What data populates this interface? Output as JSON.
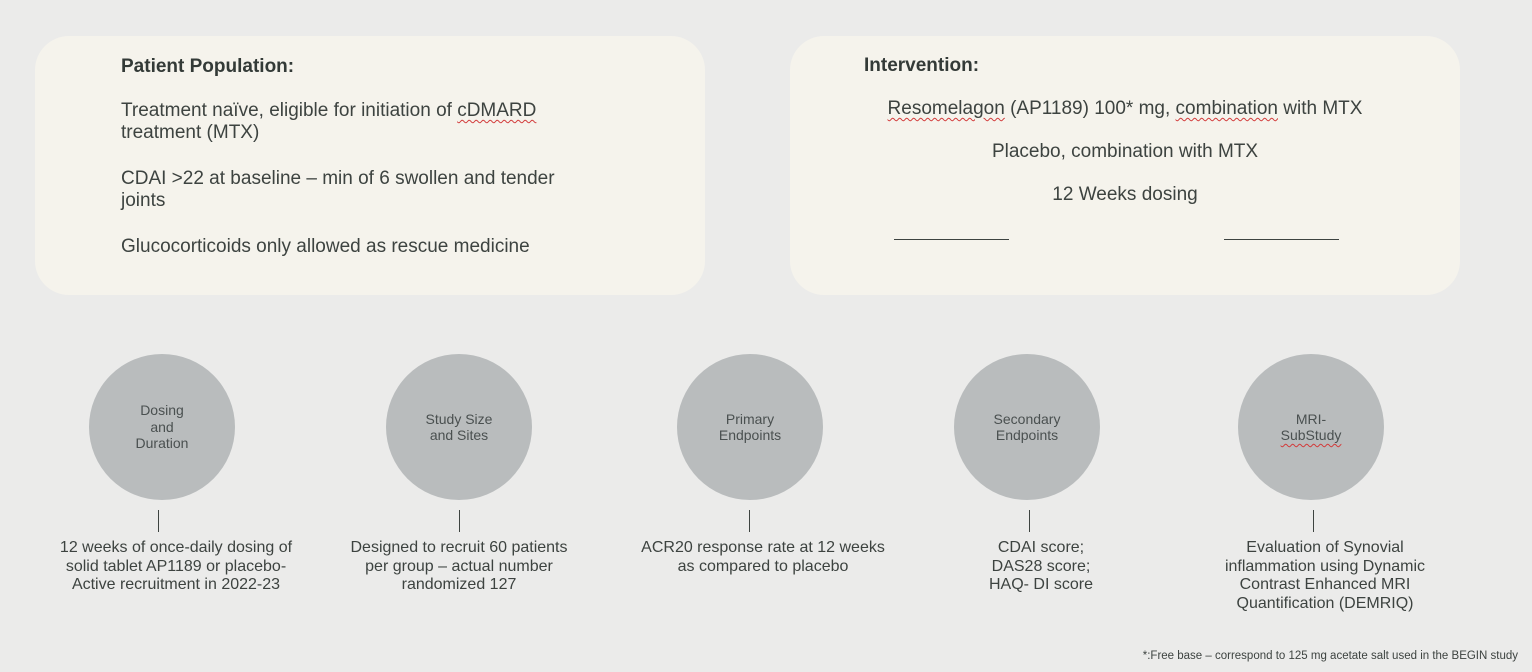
{
  "population": {
    "title": "Patient Population:",
    "item1_pre": "Treatment naïve, eligible for initiation of ",
    "item1_flag": "cDMARD",
    "item1_line2": "treatment (MTX)",
    "item2_line1": "CDAI >22 at baseline – min of 6 swollen and tender",
    "item2_line2": "joints",
    "item3": "Glucocorticoids only allowed as rescue medicine"
  },
  "intervention": {
    "title": "Intervention:",
    "line1_a": "Resomelagon",
    "line1_b": " (AP1189) 100* mg, ",
    "line1_c": "combination",
    "line1_d": " with MTX",
    "line2": "Placebo, combination with MTX",
    "line3": "12 Weeks dosing"
  },
  "steps": [
    {
      "label": [
        "Dosing",
        "and",
        "Duration"
      ],
      "desc": [
        "12 weeks of once-daily dosing of",
        "solid tablet AP1189 or placebo-",
        "Active recruitment in 2022-23"
      ]
    },
    {
      "label": [
        "Study Size",
        "and Sites"
      ],
      "desc": [
        "Designed to recruit 60 patients",
        "per group – actual number",
        "randomized 127"
      ]
    },
    {
      "label": [
        "Primary",
        "Endpoints"
      ],
      "desc": [
        "ACR20 response rate at 12 weeks",
        "as compared to placebo"
      ]
    },
    {
      "label": [
        "Secondary",
        "Endpoints"
      ],
      "desc": [
        "CDAI score;",
        "DAS28 score;",
        "HAQ- DI score"
      ]
    },
    {
      "label": [
        "MRI-",
        "SubStudy"
      ],
      "desc": [
        "Evaluation of Synovial",
        "inflammation using Dynamic",
        "Contrast Enhanced MRI",
        "Quantification (DEMRIQ)"
      ]
    }
  ],
  "footnote": "*:Free base – correspond to 125 mg acetate salt used in the BEGIN study",
  "colors": {
    "background": "#ebebea",
    "panel": "#f5f3ec",
    "circle": "#b9bcbd",
    "text": "#3d4340",
    "spellcheck": "#d23a3a"
  }
}
